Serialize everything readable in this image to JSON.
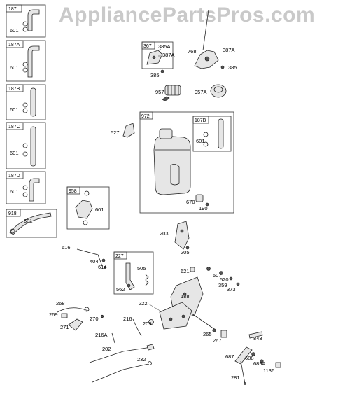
{
  "watermark": "AppliancePartsPros.com",
  "callouts": {
    "c187": "187",
    "c601a": "601",
    "c187A": "187A",
    "c601b": "601",
    "c187B": "187B",
    "c601c": "601",
    "c187C": "187C",
    "c601d": "601",
    "c187D": "187D",
    "c601e": "601",
    "c918": "918",
    "c601f": "601",
    "c367": "367",
    "c385A": "385A",
    "c387A1": "387A",
    "c385a": "385",
    "c768": "768",
    "c387A2": "387A",
    "c385b": "385",
    "c957": "957",
    "c957A": "957A",
    "c972": "972",
    "c187B2": "187B",
    "c601g": "601",
    "c527": "527",
    "c670": "670",
    "c190": "190",
    "c958": "958",
    "c601h": "601",
    "c203": "203",
    "c205": "205",
    "c616": "616",
    "c404": "404",
    "c614": "614",
    "c227": "227",
    "c505": "505",
    "c562": "562",
    "c621": "621",
    "c507": "507",
    "c520": "520",
    "c359": "359",
    "c373": "373",
    "c188": "188",
    "c222": "222",
    "c268": "268",
    "c269": "269",
    "c271": "271",
    "c270": "270",
    "c216": "216",
    "c209": "209",
    "c216A": "216A",
    "c202": "202",
    "c232": "232",
    "c265": "265",
    "c267": "267",
    "c843": "843",
    "c687": "687",
    "c688": "688",
    "c689A": "689A",
    "c1136": "1136",
    "c281": "281"
  }
}
